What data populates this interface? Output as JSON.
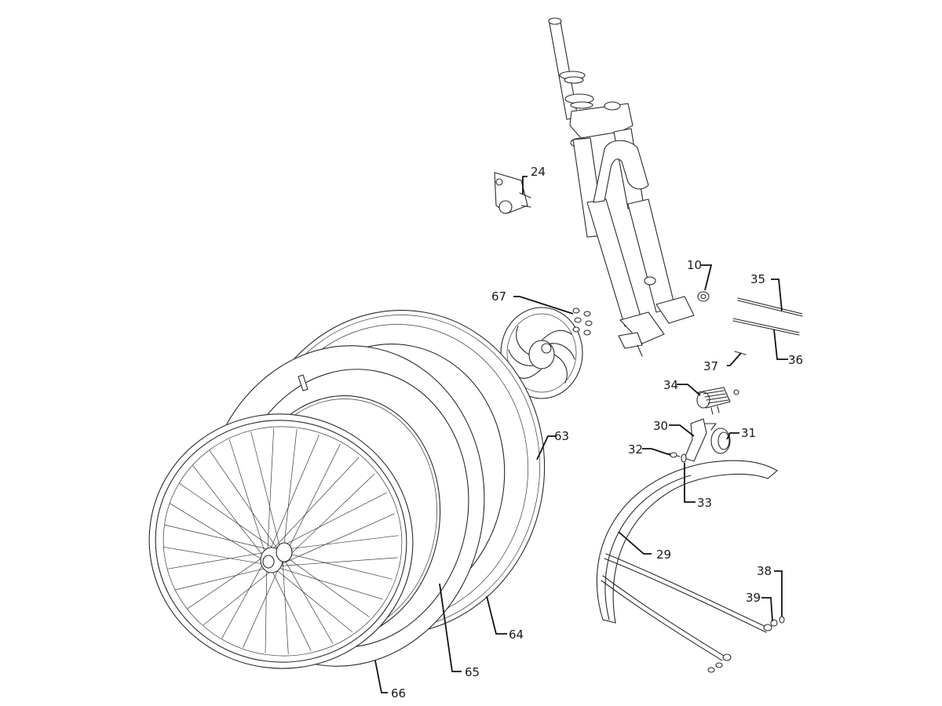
{
  "diagram": {
    "callouts": [
      {
        "id": "10",
        "label": "10"
      },
      {
        "id": "24",
        "label": "24"
      },
      {
        "id": "29",
        "label": "29"
      },
      {
        "id": "30",
        "label": "30"
      },
      {
        "id": "31",
        "label": "31"
      },
      {
        "id": "32",
        "label": "32"
      },
      {
        "id": "33",
        "label": "33"
      },
      {
        "id": "34",
        "label": "34"
      },
      {
        "id": "35",
        "label": "35"
      },
      {
        "id": "36",
        "label": "36"
      },
      {
        "id": "37",
        "label": "37"
      },
      {
        "id": "38",
        "label": "38"
      },
      {
        "id": "39",
        "label": "39"
      },
      {
        "id": "63",
        "label": "63"
      },
      {
        "id": "64",
        "label": "64"
      },
      {
        "id": "65",
        "label": "65"
      },
      {
        "id": "66",
        "label": "66"
      },
      {
        "id": "67",
        "label": "67"
      }
    ]
  }
}
